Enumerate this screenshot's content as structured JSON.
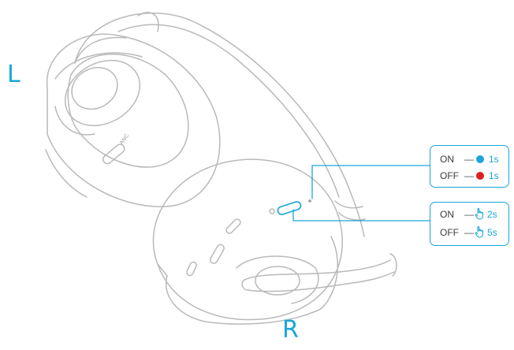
{
  "labels": {
    "left": "L",
    "right": "R"
  },
  "earcup_marking": "ANC",
  "led_box": {
    "rows": [
      {
        "state": "ON",
        "dash": "—",
        "color": "#1aa6d8",
        "duration": "1s"
      },
      {
        "state": "OFF",
        "dash": "—",
        "color": "#e02020",
        "duration": "1s"
      }
    ]
  },
  "power_box": {
    "rows": [
      {
        "state": "ON",
        "dash": "—",
        "icon": "press-hand-icon",
        "duration": "2s"
      },
      {
        "state": "OFF",
        "dash": "—",
        "icon": "press-hand-icon",
        "duration": "5s"
      }
    ]
  },
  "colors": {
    "accent": "#1aa6d8",
    "line": "#bdbdbd",
    "off_dot": "#e02020"
  }
}
